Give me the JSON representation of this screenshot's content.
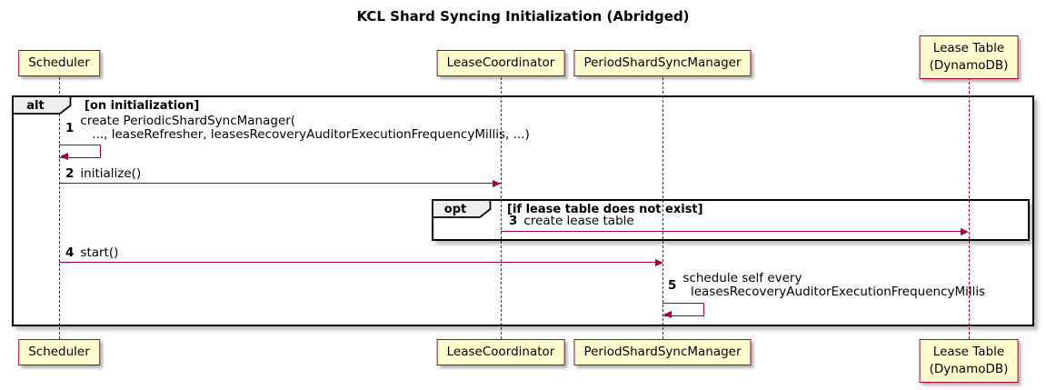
{
  "title": "KCL Shard Syncing Initialization (Abridged)",
  "participants": [
    {
      "name": "Scheduler"
    },
    {
      "name": "LeaseCoordinator"
    },
    {
      "name": "PeriodShardSyncManager"
    },
    {
      "name": "Lease Table\n(DynamoDB)"
    }
  ],
  "frames": {
    "alt": {
      "operator": "alt",
      "guard": "[on initialization]"
    },
    "opt": {
      "operator": "opt",
      "guard": "[if lease table does not exist]"
    }
  },
  "messages": [
    {
      "num": "1",
      "from": "Scheduler",
      "to": "Scheduler",
      "text": "create PeriodicShardSyncManager(\n   ..., leaseRefresher, leasesRecoveryAuditorExecutionFrequencyMillis, ...)"
    },
    {
      "num": "2",
      "from": "Scheduler",
      "to": "LeaseCoordinator",
      "text": "initialize()"
    },
    {
      "num": "3",
      "from": "LeaseCoordinator",
      "to": "Lease Table (DynamoDB)",
      "text": "create lease table"
    },
    {
      "num": "4",
      "from": "Scheduler",
      "to": "PeriodShardSyncManager",
      "text": "start()"
    },
    {
      "num": "5",
      "from": "PeriodShardSyncManager",
      "to": "PeriodShardSyncManager",
      "text": "schedule self every\n  leasesRecoveryAuditorExecutionFrequencyMillis"
    }
  ],
  "colors": {
    "participant_fill": "#FEFECE",
    "participant_border": "#A80036",
    "lifeline": "#A80036",
    "arrow": "#A80036",
    "frame_border": "#000000",
    "operator_tab_fill": "#EEEEEE",
    "background": "#FFFFFF"
  }
}
